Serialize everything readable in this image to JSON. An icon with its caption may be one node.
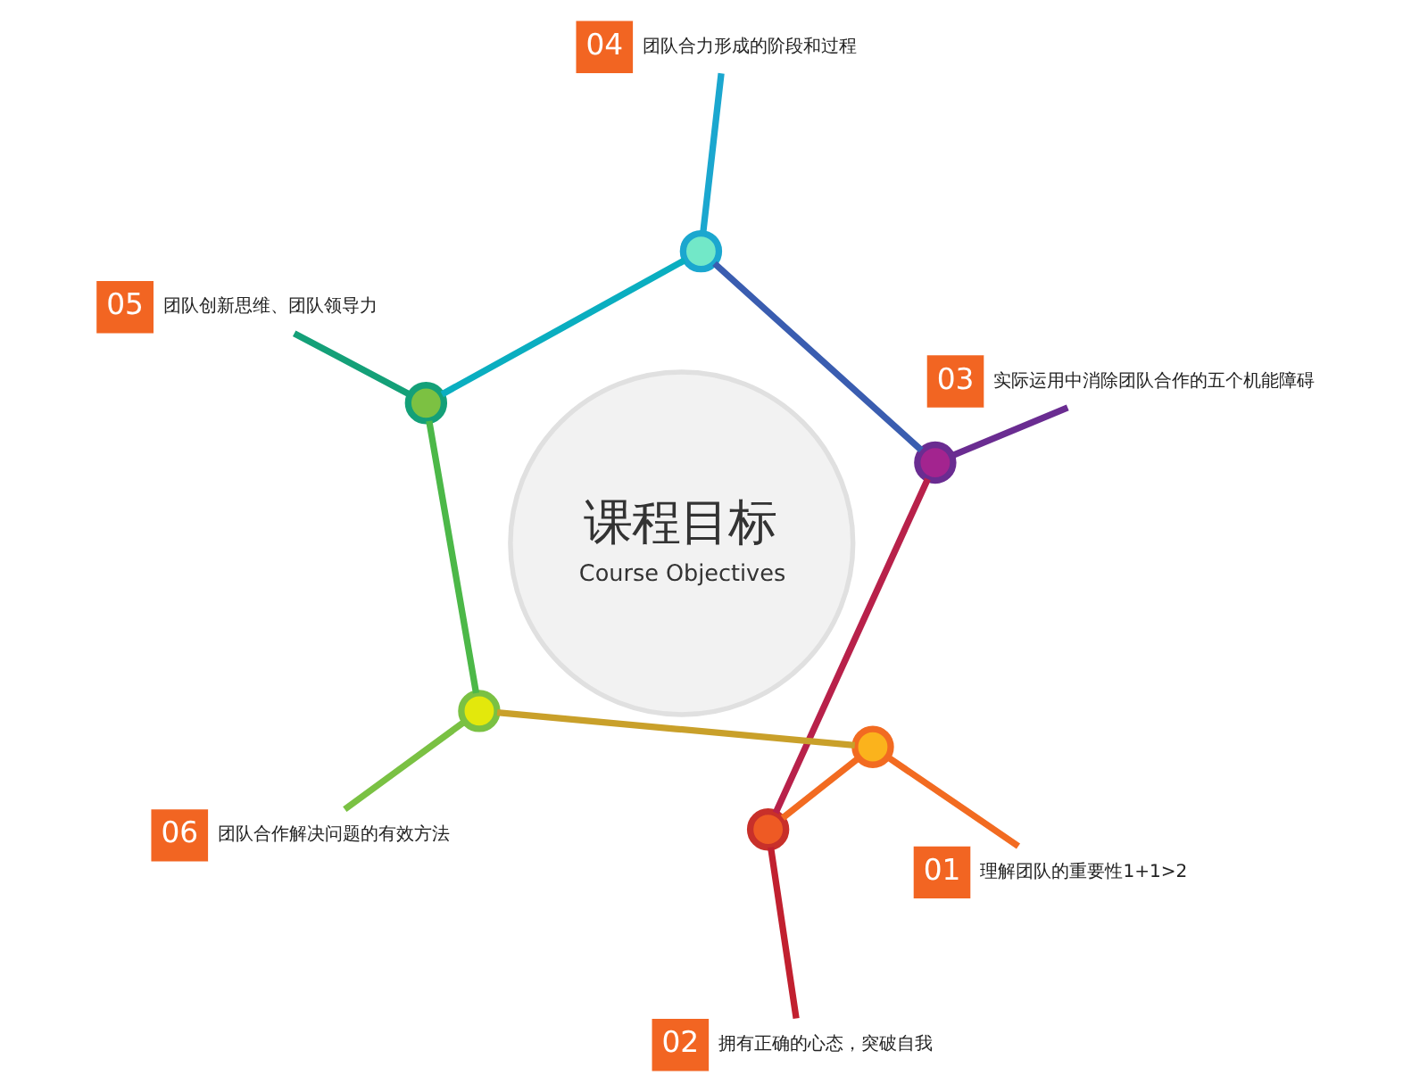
{
  "diagram": {
    "nodes": [
      {
        "text": [
          "课程目标",
          "Course Objectives"
        ]
      },
      {
        "text": [
          "01",
          "理解团队的重要性1+1>2"
        ]
      },
      {
        "text": [
          "02",
          "拥有正确的心态，突破自我"
        ]
      },
      {
        "text": [
          "03",
          "实际运用中消除团队合作的五个机能障碍"
        ]
      },
      {
        "text": [
          "04",
          "团队合力形成的阶段和过程"
        ]
      },
      {
        "text": [
          "05",
          "团队创新思维、团队领导力"
        ]
      },
      {
        "text": [
          "06",
          "团队合作解决问题的有效方法"
        ]
      },
      {
        "text": [],
        "shape": "circle"
      },
      {
        "text": [],
        "shape": "circle"
      },
      {
        "text": [],
        "shape": "circle"
      },
      {
        "text": [],
        "shape": "circle"
      },
      {
        "text": [],
        "shape": "circle"
      },
      {
        "text": [],
        "shape": "circle"
      }
    ],
    "edges": [
      {
        "from": 1,
        "to": 7,
        "arrow": "none",
        "color": "#f26b21"
      },
      {
        "from": 2,
        "to": 8,
        "arrow": "none",
        "color": "#c1202f"
      },
      {
        "from": 3,
        "to": 9,
        "arrow": "none",
        "color": "#6a2c91"
      },
      {
        "from": 4,
        "to": 10,
        "arrow": "none",
        "color": "#1ba7cf"
      },
      {
        "from": 5,
        "to": 11,
        "arrow": "none",
        "color": "#14a078"
      },
      {
        "from": 6,
        "to": 12,
        "arrow": "none",
        "color": "#7ac143"
      },
      {
        "from": 7,
        "to": 8,
        "arrow": "none",
        "color": "#f26b21"
      },
      {
        "from": 8,
        "to": 9,
        "arrow": "none",
        "color": "#b8214a"
      },
      {
        "from": 9,
        "to": 10,
        "arrow": "none",
        "color": "#3a5db0"
      },
      {
        "from": 10,
        "to": 11,
        "arrow": "none",
        "color": "#0aaec0"
      },
      {
        "from": 11,
        "to": 12,
        "arrow": "none",
        "color": "#4cb848"
      },
      {
        "from": 12,
        "to": 7,
        "arrow": "none",
        "color": "#c9a02a"
      }
    ]
  }
}
